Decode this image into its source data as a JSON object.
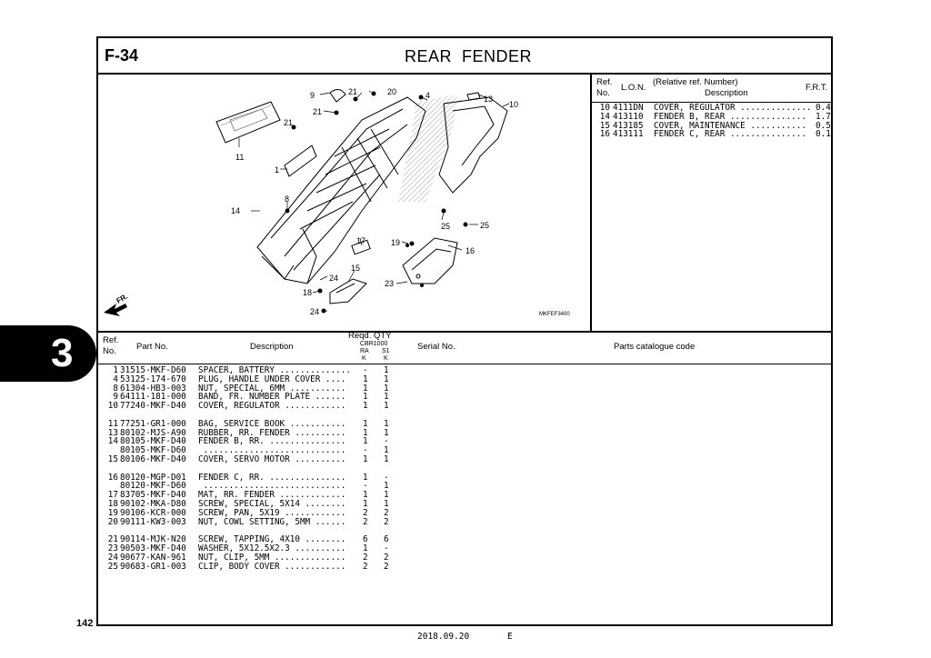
{
  "page": {
    "section": "F-34",
    "title": "REAR  FENDER",
    "page_number": "142",
    "chapter_tab": "3",
    "date": "2018.09.20",
    "edition": "E"
  },
  "ref_table": {
    "headers": {
      "ref": "Ref.",
      "no": "No.",
      "lon": "L.O.N.",
      "relative": "(Relative ref. Number)",
      "description": "Description",
      "frt": "F.R.T."
    },
    "rows": [
      {
        "ref": "10",
        "lon": "4111DN",
        "desc": "COVER, REGULATOR ..............",
        "frt": "0.4"
      },
      {
        "ref": "14",
        "lon": "413110",
        "desc": "FENDER B, REAR ...............",
        "frt": "1.7"
      },
      {
        "ref": "15",
        "lon": "413185",
        "desc": "COVER, MAINTENANCE ...........",
        "frt": "0.5"
      },
      {
        "ref": "16",
        "lon": "413111",
        "desc": "FENDER C, REAR ...............",
        "frt": "0.1"
      }
    ]
  },
  "diagram": {
    "code": "MKFEF3400",
    "fr_label": "FR.",
    "callouts": [
      "9",
      "21",
      "20",
      "4",
      "13",
      "10",
      "21",
      "11",
      "1",
      "8",
      "14",
      "17",
      "19",
      "16",
      "25",
      "25",
      "24",
      "15",
      "23",
      "18",
      "24",
      "21"
    ]
  },
  "parts_table": {
    "headers": {
      "ref": "Ref.",
      "no": "No.",
      "part_no": "Part No.",
      "description": "Description",
      "reqd_qty": "Reqd. QTY",
      "model": "CBR1000",
      "ra": "RA",
      "s1": "S1",
      "k1": "K",
      "k2": "K",
      "serial": "Serial No.",
      "catalogue": "Parts catalogue code"
    },
    "groups": [
      [
        {
          "ref": "1",
          "part": "31515-MKF-D60",
          "desc": "SPACER, BATTERY ..............",
          "ra": "-",
          "s1": "1"
        },
        {
          "ref": "4",
          "part": "53125-174-670",
          "desc": "PLUG, HANDLE UNDER COVER ....",
          "ra": "1",
          "s1": "1"
        },
        {
          "ref": "8",
          "part": "61304-HB3-003",
          "desc": "NUT, SPECIAL, 6MM ...........",
          "ra": "1",
          "s1": "1"
        },
        {
          "ref": "9",
          "part": "64111-181-000",
          "desc": "BAND, FR. NUMBER PLATE ......",
          "ra": "1",
          "s1": "1"
        },
        {
          "ref": "10",
          "part": "77240-MKF-D40",
          "desc": "COVER, REGULATOR ............",
          "ra": "1",
          "s1": "1"
        }
      ],
      [
        {
          "ref": "11",
          "part": "77251-GR1-000",
          "desc": "BAG, SERVICE BOOK ...........",
          "ra": "1",
          "s1": "1"
        },
        {
          "ref": "13",
          "part": "80102-MJS-A90",
          "desc": "RUBBER, RR. FENDER ..........",
          "ra": "1",
          "s1": "1"
        },
        {
          "ref": "14",
          "part": "80105-MKF-D40",
          "desc": "FENDER B, RR. ...............",
          "ra": "1",
          "s1": "-"
        },
        {
          "ref": "",
          "part": "80105-MKF-D60",
          "desc": " ............................",
          "ra": "-",
          "s1": "1"
        },
        {
          "ref": "15",
          "part": "80106-MKF-D40",
          "desc": "COVER, SERVO MOTOR ..........",
          "ra": "1",
          "s1": "1"
        }
      ],
      [
        {
          "ref": "16",
          "part": "80120-MGP-D01",
          "desc": "FENDER C, RR. ...............",
          "ra": "1",
          "s1": "-"
        },
        {
          "ref": "",
          "part": "80120-MKF-D60",
          "desc": " ............................",
          "ra": "-",
          "s1": "1"
        },
        {
          "ref": "17",
          "part": "83705-MKF-D40",
          "desc": "MAT, RR. FENDER .............",
          "ra": "1",
          "s1": "1"
        },
        {
          "ref": "18",
          "part": "90102-MKA-D80",
          "desc": "SCREW, SPECIAL, 5X14 ........",
          "ra": "1",
          "s1": "1"
        },
        {
          "ref": "19",
          "part": "90106-KCR-000",
          "desc": "SCREW, PAN, 5X19 ............",
          "ra": "2",
          "s1": "2"
        },
        {
          "ref": "20",
          "part": "90111-KW3-003",
          "desc": "NUT, COWL SETTING, 5MM ......",
          "ra": "2",
          "s1": "2"
        }
      ],
      [
        {
          "ref": "21",
          "part": "90114-MJK-N20",
          "desc": "SCREW, TAPPING, 4X10 ........",
          "ra": "6",
          "s1": "6"
        },
        {
          "ref": "23",
          "part": "90503-MKF-D40",
          "desc": "WASHER, 5X12.5X2.3 ..........",
          "ra": "1",
          "s1": "-"
        },
        {
          "ref": "24",
          "part": "90677-KAN-961",
          "desc": "NUT, CLIP, 5MM ..............",
          "ra": "2",
          "s1": "2"
        },
        {
          "ref": "25",
          "part": "90683-GR1-003",
          "desc": "CLIP, BODY COVER ............",
          "ra": "2",
          "s1": "2"
        }
      ]
    ]
  }
}
